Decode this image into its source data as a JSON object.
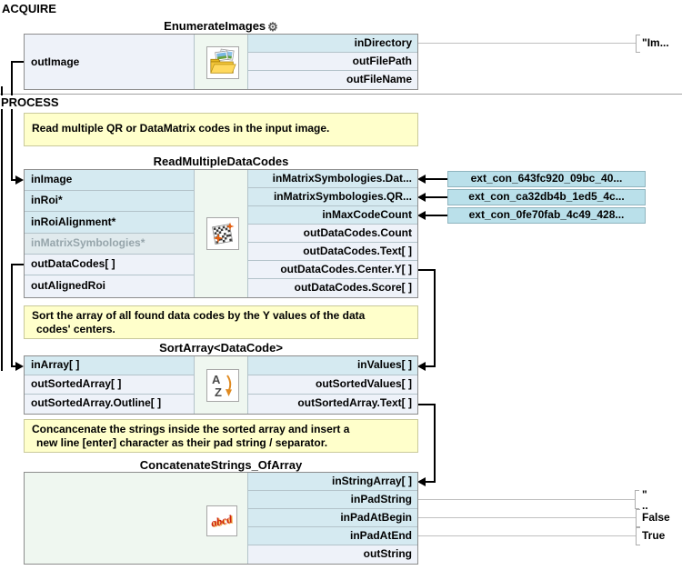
{
  "sections": {
    "acquire_label": "ACQUIRE",
    "process_label": "PROCESS"
  },
  "blocks": {
    "enumerate_images": {
      "title": "EnumerateImages",
      "left_ports": [
        "outImage"
      ],
      "right_ports": [
        "inDirectory",
        "outFilePath",
        "outFileName"
      ]
    },
    "read_multiple_data_codes": {
      "title": "ReadMultipleDataCodes",
      "left_ports": [
        "inImage",
        "inRoi*",
        "inRoiAlignment*",
        "inMatrixSymbologies*",
        "outDataCodes[ ]",
        "outAlignedRoi"
      ],
      "right_ports": [
        "inMatrixSymbologies.Dat...",
        "inMatrixSymbologies.QR...",
        "inMaxCodeCount",
        "outDataCodes.Count",
        "outDataCodes.Text[ ]",
        "outDataCodes.Center.Y[ ]",
        "outDataCodes.Score[ ]"
      ]
    },
    "sort_array": {
      "title": "SortArray<DataCode>",
      "left_ports": [
        "inArray[ ]",
        "outSortedArray[ ]",
        "outSortedArray.Outline[ ]"
      ],
      "right_ports": [
        "inValues[ ]",
        "outSortedValues[ ]",
        "outSortedArray.Text[ ]"
      ]
    },
    "concatenate_strings": {
      "title": "ConcatenateStrings_OfArray",
      "right_ports": [
        "inStringArray[ ]",
        "inPadString",
        "inPadAtBegin",
        "inPadAtEnd",
        "outString"
      ]
    }
  },
  "comments": {
    "read_comment": "Read multiple QR or DataMatrix codes in the input image.",
    "sort_comment_line1": "Sort the array of all found data codes by the Y values of the data",
    "sort_comment_line2": "codes' centers.",
    "concat_comment_line1": "Concancenate the strings inside the sorted array and insert a",
    "concat_comment_line2": "new line [enter] character as their pad string / separator."
  },
  "external_inputs": [
    "ext_con_643fc920_09bc_40...",
    "ext_con_ca32db4b_1ed5_4c...",
    "ext_con_0fe70fab_4c49_428..."
  ],
  "constants": {
    "in_directory": "\"Im...",
    "pad_string_quote": "\"",
    "pad_string_dots": "..",
    "pad_at_begin": "False",
    "pad_at_end": "True"
  },
  "icons": {
    "gear": "⚙",
    "sort_a": "A",
    "sort_z": "Z",
    "concat_text": "abcd"
  },
  "colors": {
    "port_input_bg": "#d5eaf1",
    "port_output_bg": "#eef2f9",
    "port_disabled_text": "#96a5ab",
    "icon_column_bg": "#eff7f0",
    "comment_bg": "#ffffcb",
    "external_input_bg": "#bae0ea"
  }
}
